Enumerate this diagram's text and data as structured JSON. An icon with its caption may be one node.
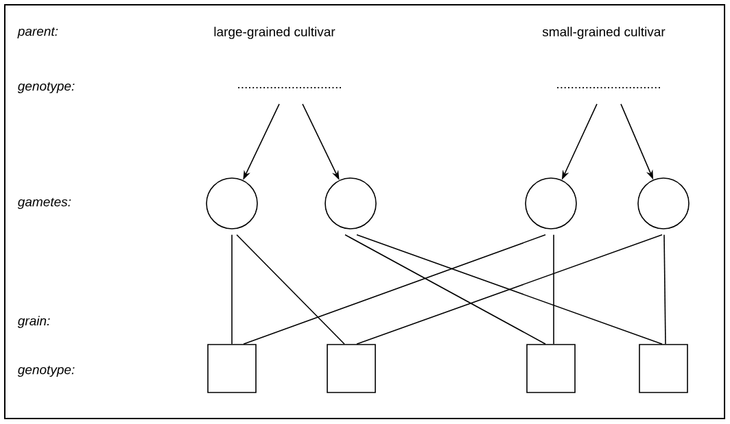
{
  "diagram": {
    "nodes": [
      {
        "text": [
          "............................."
        ]
      },
      {
        "text": [
          "............................."
        ]
      },
      {
        "text": [],
        "shape": "circle"
      },
      {
        "text": [],
        "shape": "circle"
      },
      {
        "text": [],
        "shape": "circle"
      },
      {
        "text": [],
        "shape": "circle"
      },
      {
        "text": [],
        "shape": "box"
      },
      {
        "text": [],
        "shape": "box"
      },
      {
        "text": [],
        "shape": "box"
      },
      {
        "text": [],
        "shape": "box"
      }
    ],
    "edges": [
      {
        "from": 0,
        "to": 2,
        "arrow": "to"
      },
      {
        "from": 0,
        "to": 3,
        "arrow": "to"
      },
      {
        "from": 1,
        "to": 4,
        "arrow": "to"
      },
      {
        "from": 1,
        "to": 5,
        "arrow": "to"
      },
      {
        "from": 2,
        "to": 6,
        "arrow": "none"
      },
      {
        "from": 2,
        "to": 7,
        "arrow": "none"
      },
      {
        "from": 3,
        "to": 8,
        "arrow": "none"
      },
      {
        "from": 3,
        "to": 9,
        "arrow": "none"
      },
      {
        "from": 4,
        "to": 6,
        "arrow": "none"
      },
      {
        "from": 4,
        "to": 8,
        "arrow": "none"
      },
      {
        "from": 5,
        "to": 7,
        "arrow": "none"
      },
      {
        "from": 5,
        "to": 9,
        "arrow": "none"
      }
    ],
    "labels": [
      "parent:",
      "large-grained cultivar",
      "small-grained cultivar",
      "genotype:",
      "gametes:",
      "grain:",
      "genotype:"
    ]
  }
}
